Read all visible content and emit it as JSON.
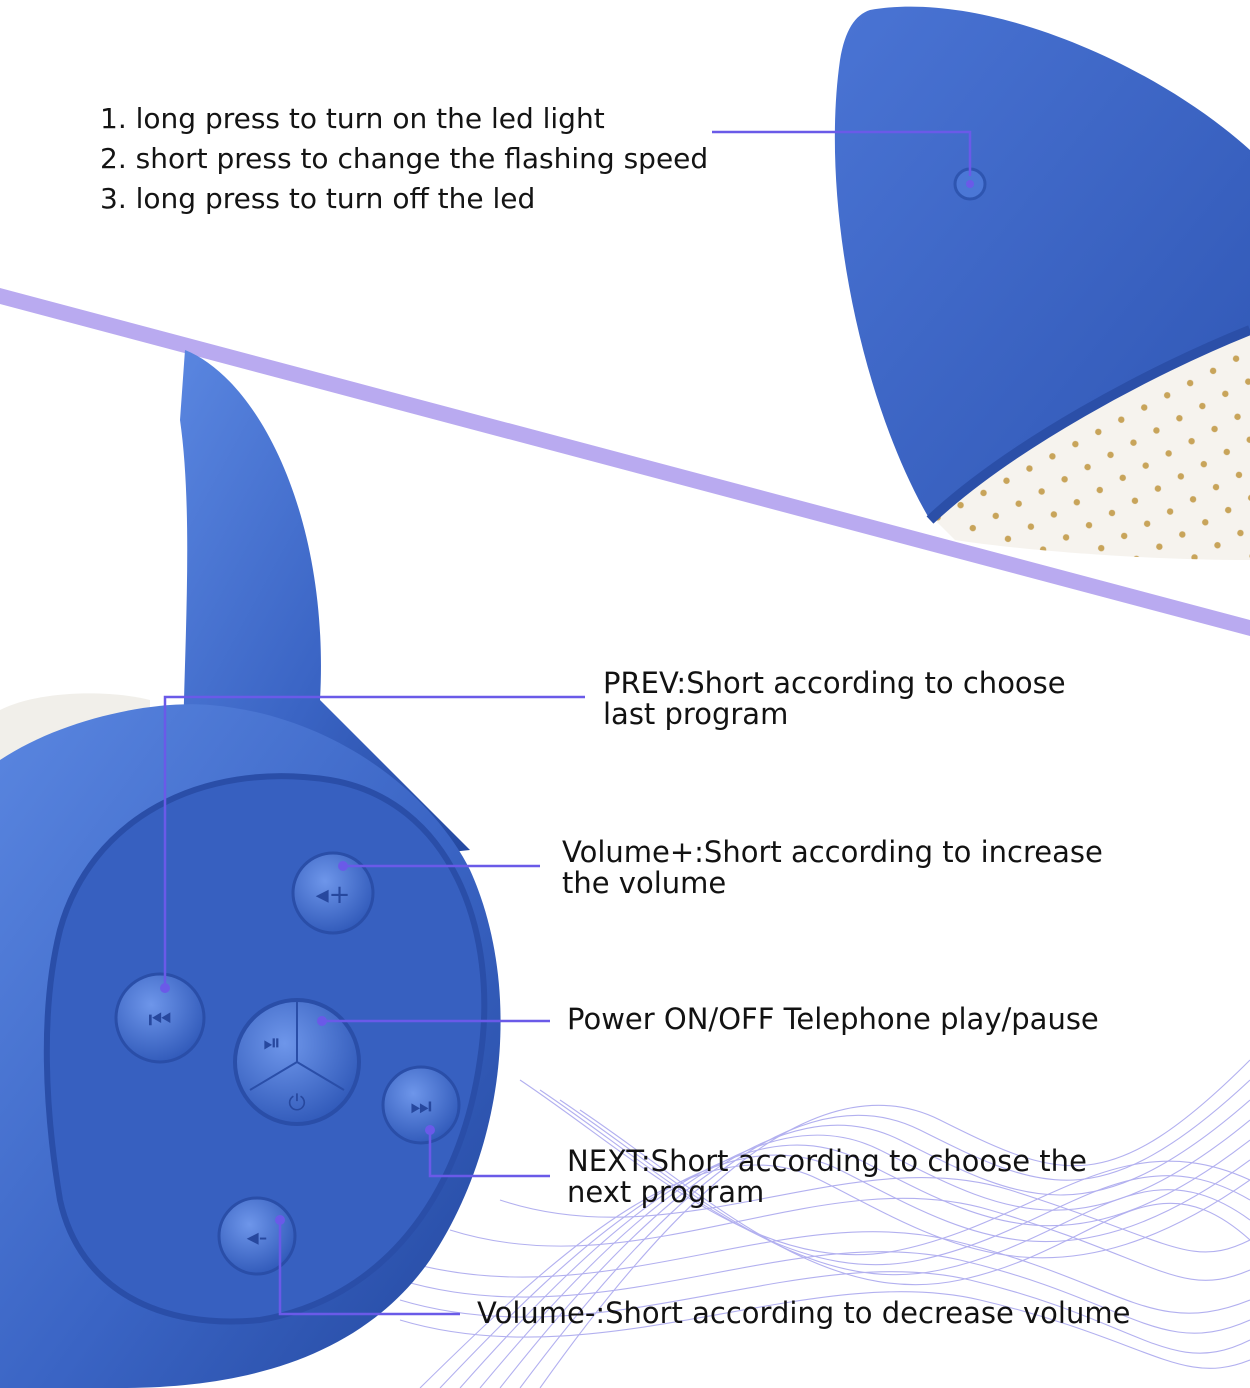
{
  "colors": {
    "headphone_blue": "#3a64c4",
    "headphone_dark": "#1f3f92",
    "callout_line": "#6a5ae8",
    "band": "#b9aaf0",
    "wave": "#8a86e8",
    "speaker_dot": "#c8a45a"
  },
  "led_instructions": [
    "1. long press to turn on the led light",
    "2. short press to change the flashing speed",
    "3. long press to turn off the led"
  ],
  "controls": {
    "prev": {
      "line1": "PREV:Short according to choose",
      "line2": "last program"
    },
    "volume_up": {
      "line1": "Volume+:Short according to increase",
      "line2": "the volume"
    },
    "power": {
      "line1": "Power ON/OFF Telephone play/pause"
    },
    "next": {
      "line1": "NEXT:Short according to choose the",
      "line2": "next program"
    },
    "volume_down": {
      "line1": "Volume-:Short according to decrease volume"
    }
  },
  "icons": {
    "prev": "skip-previous-icon",
    "volume_up": "volume-up-icon",
    "play_pause": "play-pause-icon",
    "power": "power-icon",
    "next": "skip-next-icon",
    "volume_down": "volume-down-icon"
  }
}
